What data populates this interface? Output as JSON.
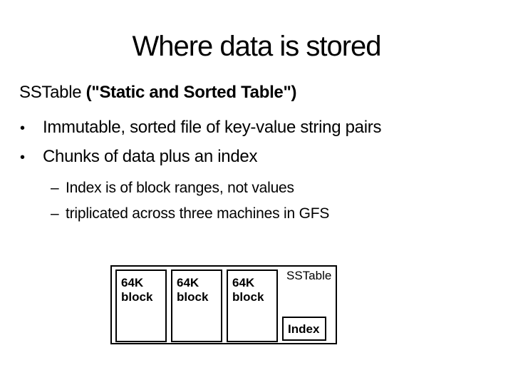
{
  "slide": {
    "title": "Where data is stored",
    "header": {
      "prefix": "SSTable ",
      "bold_part": "(\"Static and Sorted Table\")"
    },
    "bullets": [
      {
        "marker": "•",
        "text": "Immutable, sorted file of key-value string pairs"
      },
      {
        "marker": "•",
        "text": "Chunks of data plus an index"
      },
      {
        "marker": "–",
        "text": "Index is of block ranges, not values"
      },
      {
        "marker": "–",
        "text": "triplicated across three machines in GFS"
      }
    ],
    "diagram": {
      "sstable_label": "SSTable",
      "blocks": [
        {
          "size": "64K",
          "name": "block"
        },
        {
          "size": "64K",
          "name": "block"
        },
        {
          "size": "64K",
          "name": "block"
        }
      ],
      "index_label": "Index"
    },
    "colors": {
      "background": "#ffffff",
      "text": "#000000",
      "line": "#000000"
    }
  }
}
